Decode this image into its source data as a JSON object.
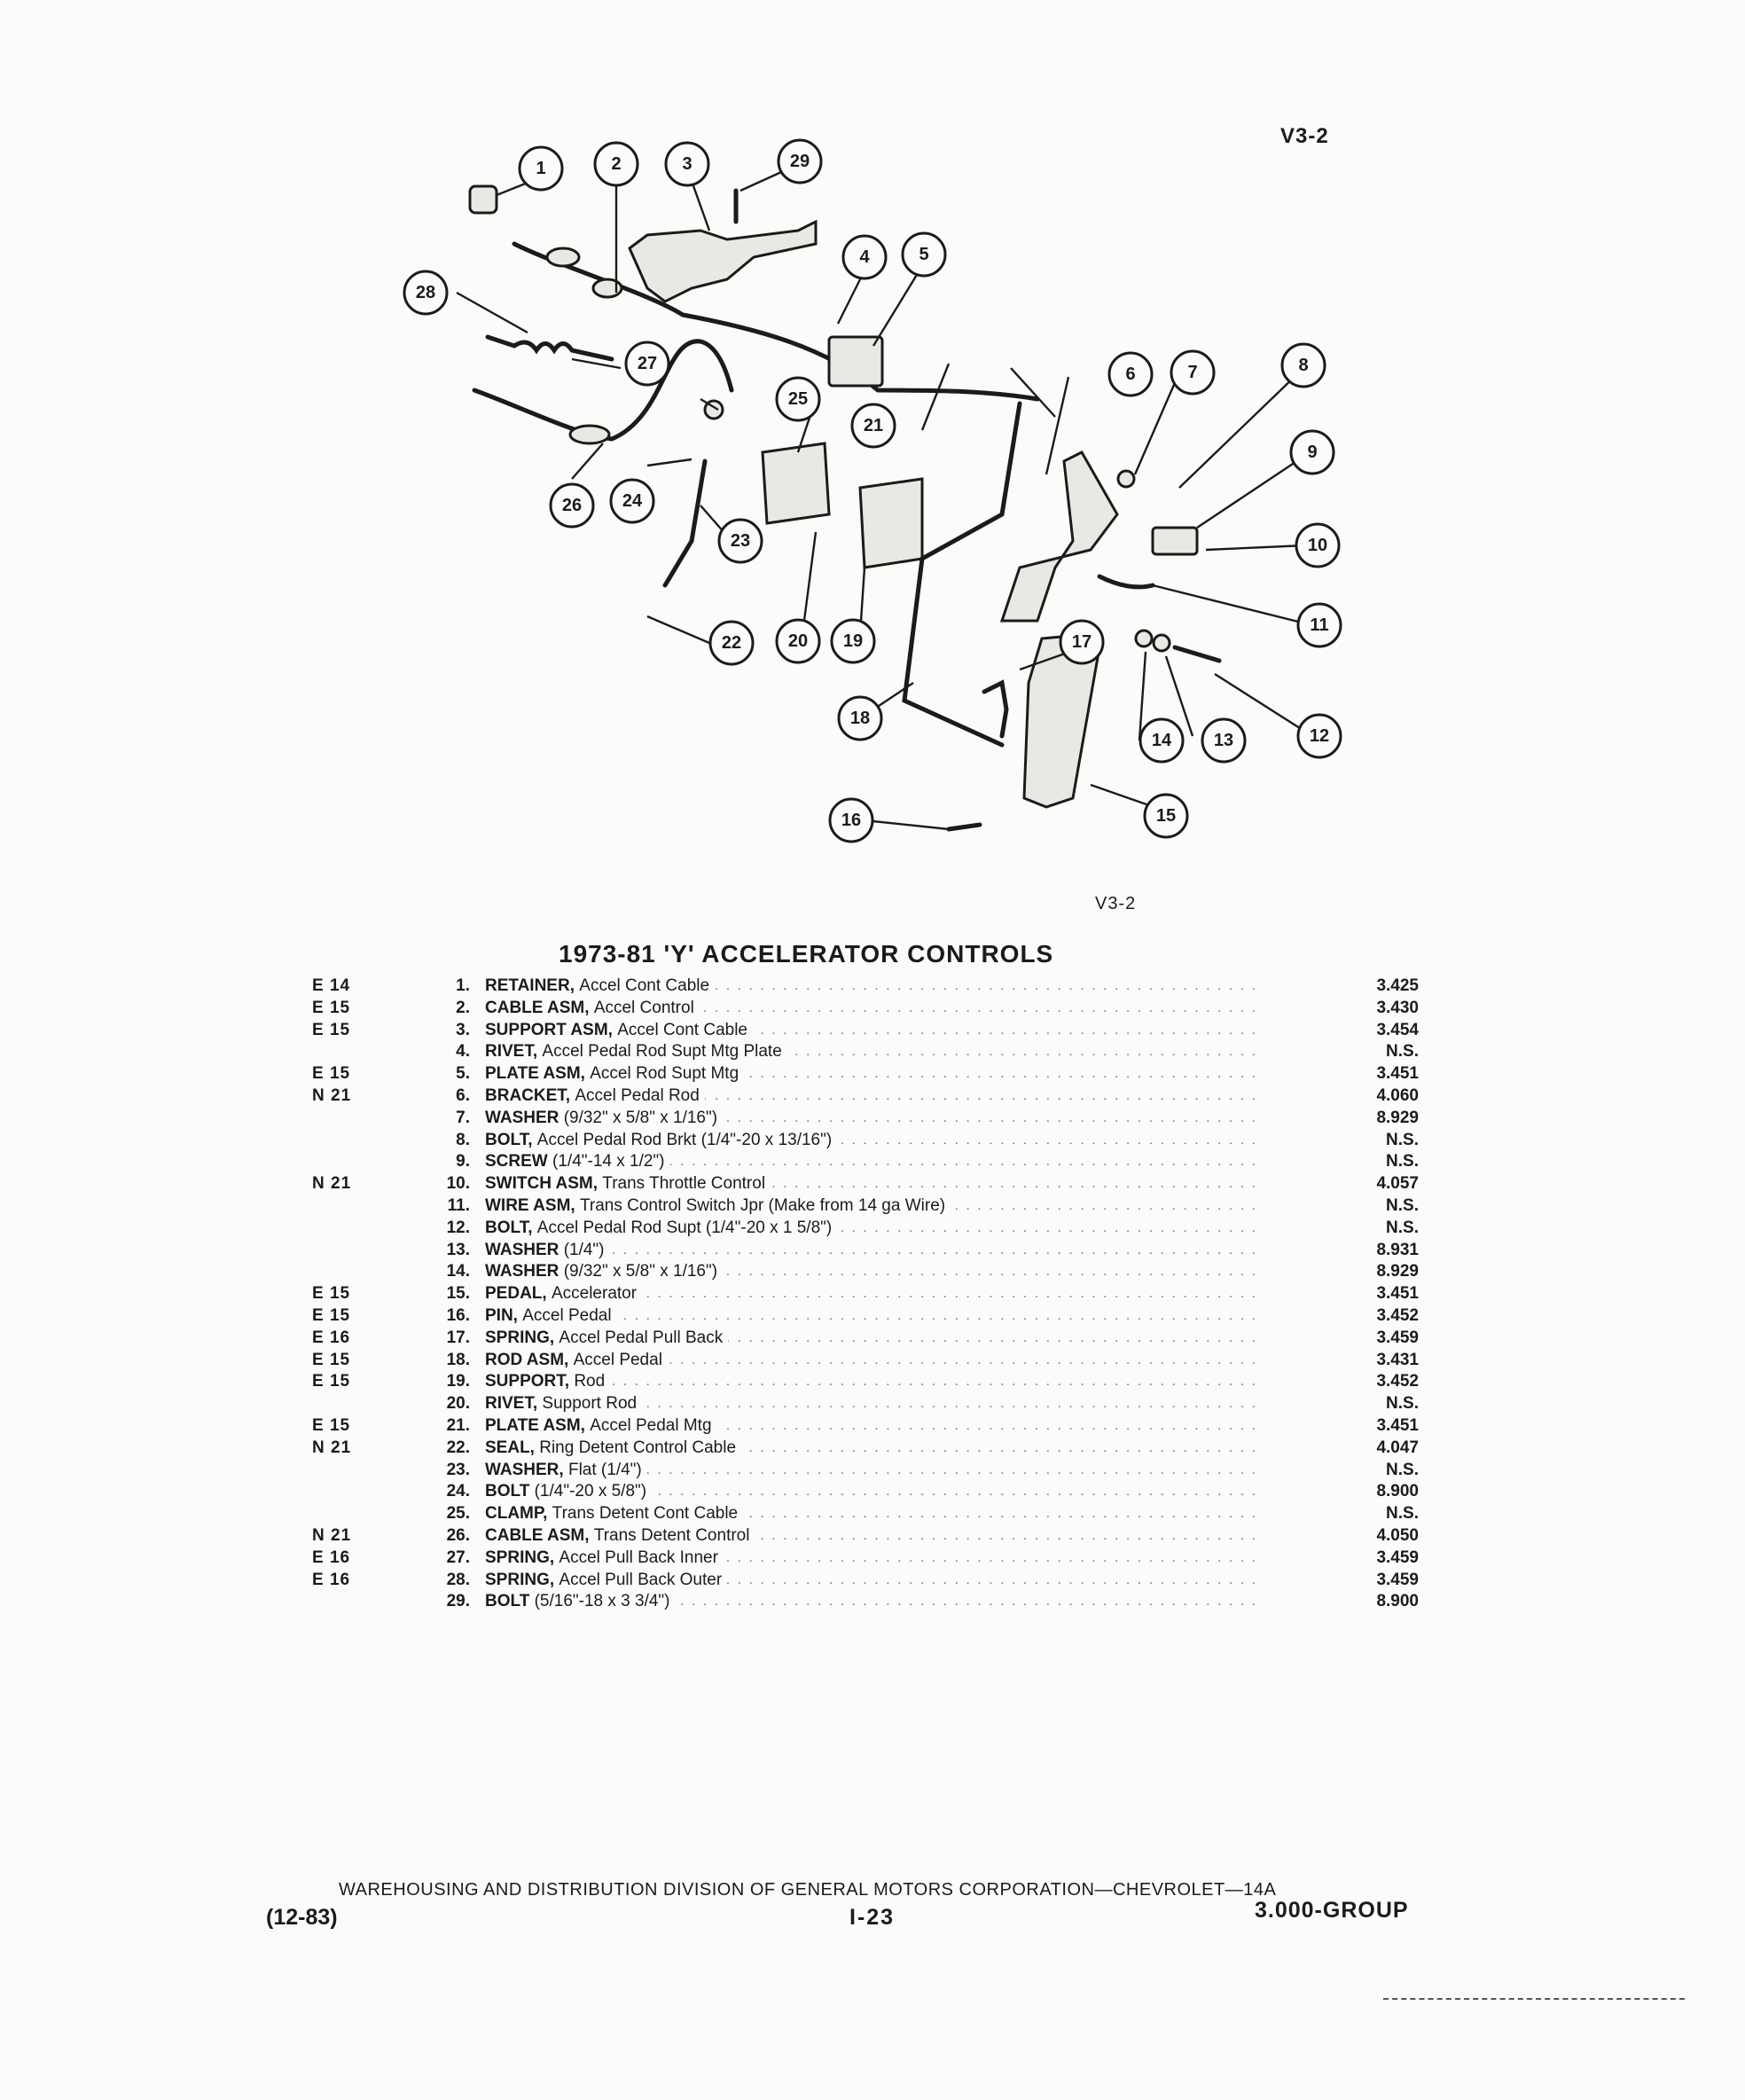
{
  "figure_tag": "V3-2",
  "figure_tag_bottom": "V3-2",
  "title": "1973-81 'Y' ACCELERATOR CONTROLS",
  "callouts": [
    "1",
    "2",
    "3",
    "4",
    "5",
    "6",
    "7",
    "8",
    "9",
    "10",
    "11",
    "12",
    "13",
    "14",
    "15",
    "16",
    "17",
    "18",
    "19",
    "20",
    "21",
    "22",
    "23",
    "24",
    "25",
    "26",
    "27",
    "28",
    "29"
  ],
  "parts": [
    {
      "code": "E 14",
      "num": "1.",
      "name": "RETAINER,",
      "desc": "Accel Cont Cable",
      "value": "3.425"
    },
    {
      "code": "E 15",
      "num": "2.",
      "name": "CABLE ASM,",
      "desc": "Accel Control",
      "value": "3.430"
    },
    {
      "code": "E 15",
      "num": "3.",
      "name": "SUPPORT ASM,",
      "desc": "Accel Cont Cable",
      "value": "3.454"
    },
    {
      "code": "",
      "num": "4.",
      "name": "RIVET,",
      "desc": "Accel Pedal Rod Supt Mtg Plate",
      "value": "N.S."
    },
    {
      "code": "E 15",
      "num": "5.",
      "name": "PLATE ASM,",
      "desc": "Accel Rod Supt Mtg",
      "value": "3.451"
    },
    {
      "code": "N 21",
      "num": "6.",
      "name": "BRACKET,",
      "desc": "Accel Pedal Rod",
      "value": "4.060"
    },
    {
      "code": "",
      "num": "7.",
      "name": "WASHER",
      "desc": "(9/32\" x 5/8\" x 1/16\")",
      "value": "8.929"
    },
    {
      "code": "",
      "num": "8.",
      "name": "BOLT,",
      "desc": "Accel Pedal Rod Brkt (1/4\"-20 x 13/16\")",
      "value": "N.S."
    },
    {
      "code": "",
      "num": "9.",
      "name": "SCREW",
      "desc": "(1/4\"-14 x 1/2\")",
      "value": "N.S."
    },
    {
      "code": "N 21",
      "num": "10.",
      "name": "SWITCH ASM,",
      "desc": "Trans Throttle Control",
      "value": "4.057"
    },
    {
      "code": "",
      "num": "11.",
      "name": "WIRE ASM,",
      "desc": "Trans Control Switch Jpr (Make from 14 ga Wire)",
      "value": "N.S."
    },
    {
      "code": "",
      "num": "12.",
      "name": "BOLT,",
      "desc": "Accel Pedal Rod Supt (1/4\"-20 x 1 5/8\")",
      "value": "N.S."
    },
    {
      "code": "",
      "num": "13.",
      "name": "WASHER",
      "desc": "(1/4\")",
      "value": "8.931"
    },
    {
      "code": "",
      "num": "14.",
      "name": "WASHER",
      "desc": "(9/32\" x 5/8\" x 1/16\")",
      "value": "8.929"
    },
    {
      "code": "E 15",
      "num": "15.",
      "name": "PEDAL,",
      "desc": "Accelerator",
      "value": "3.451"
    },
    {
      "code": "E 15",
      "num": "16.",
      "name": "PIN,",
      "desc": "Accel Pedal",
      "value": "3.452"
    },
    {
      "code": "E 16",
      "num": "17.",
      "name": "SPRING,",
      "desc": "Accel Pedal Pull Back",
      "value": "3.459"
    },
    {
      "code": "E 15",
      "num": "18.",
      "name": "ROD ASM,",
      "desc": "Accel Pedal",
      "value": "3.431"
    },
    {
      "code": "E 15",
      "num": "19.",
      "name": "SUPPORT,",
      "desc": "Rod",
      "value": "3.452"
    },
    {
      "code": "",
      "num": "20.",
      "name": "RIVET,",
      "desc": "Support Rod",
      "value": "N.S."
    },
    {
      "code": "E 15",
      "num": "21.",
      "name": "PLATE ASM,",
      "desc": "Accel Pedal Mtg",
      "value": "3.451"
    },
    {
      "code": "N 21",
      "num": "22.",
      "name": "SEAL,",
      "desc": "Ring Detent Control Cable",
      "value": "4.047"
    },
    {
      "code": "",
      "num": "23.",
      "name": "WASHER,",
      "desc": "Flat (1/4\")",
      "value": "N.S."
    },
    {
      "code": "",
      "num": "24.",
      "name": "BOLT",
      "desc": "(1/4\"-20 x 5/8\")",
      "value": "8.900"
    },
    {
      "code": "",
      "num": "25.",
      "name": "CLAMP,",
      "desc": "Trans Detent Cont Cable",
      "value": "N.S."
    },
    {
      "code": "N 21",
      "num": "26.",
      "name": "CABLE ASM,",
      "desc": "Trans Detent Control",
      "value": "4.050"
    },
    {
      "code": "E 16",
      "num": "27.",
      "name": "SPRING,",
      "desc": "Accel Pull Back Inner",
      "value": "3.459"
    },
    {
      "code": "E 16",
      "num": "28.",
      "name": "SPRING,",
      "desc": "Accel Pull Back Outer",
      "value": "3.459"
    },
    {
      "code": "",
      "num": "29.",
      "name": "BOLT",
      "desc": "(5/16\"-18 x 3 3/4\")",
      "value": "8.900"
    }
  ],
  "footer": {
    "line1": "WAREHOUSING AND DISTRIBUTION DIVISION OF GENERAL MOTORS CORPORATION—CHEVROLET—14A",
    "date": "(12-83)",
    "page": "I-23",
    "group": "3.000-GROUP"
  }
}
